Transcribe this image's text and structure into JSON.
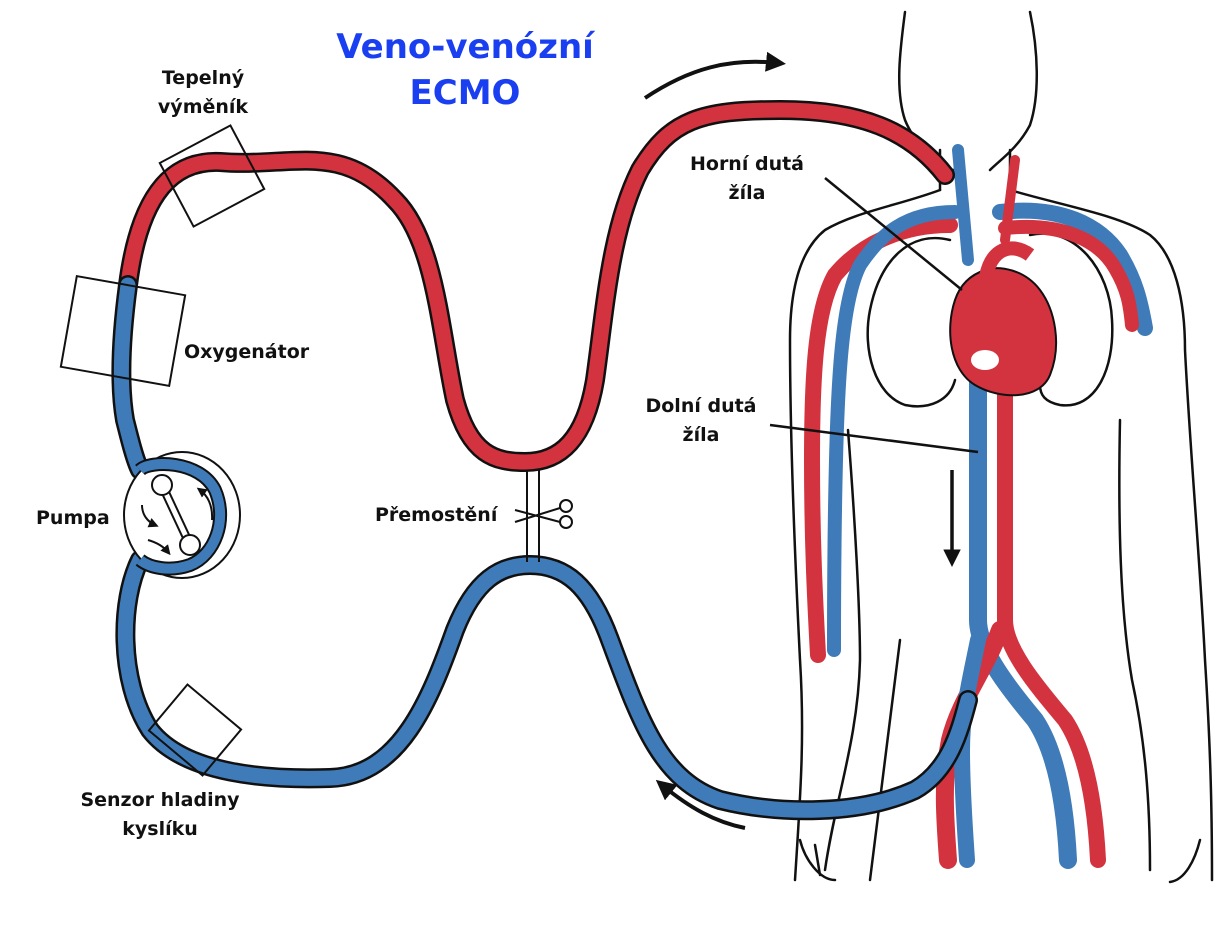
{
  "title": {
    "line1": "Veno-venózní",
    "line2": "ECMO"
  },
  "labels": {
    "heat_exchanger": {
      "line1": "Tepelný",
      "line2": "výměník"
    },
    "oxygenator": "Oxygenátor",
    "pump": "Pumpa",
    "bridge": "Přemostění",
    "oxygen_sensor": {
      "line1": "Senzor hladiny",
      "line2": "kyslíku"
    },
    "svc": {
      "line1": "Horní dutá",
      "line2": "žíla"
    },
    "ivc": {
      "line1": "Dolní dutá",
      "line2": "žíla"
    }
  },
  "colors": {
    "oxygenated": "#d3333f",
    "deoxygenated": "#3f7bb8",
    "title": "#1a3ff0",
    "outline": "#111111"
  }
}
